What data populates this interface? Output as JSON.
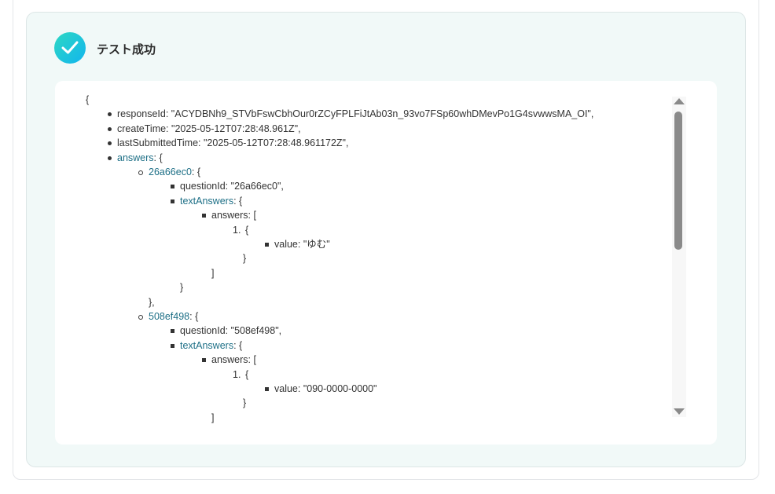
{
  "header": {
    "title": "テスト成功",
    "icon": "check-circle-icon"
  },
  "json_lines": [
    {
      "depth": 0,
      "marker": "",
      "key": "",
      "rest": "{"
    },
    {
      "depth": 1,
      "marker": "disc",
      "key": "",
      "rest": "responseId: \"ACYDBNh9_STVbFswCbhOur0rZCyFPLFiJtAb03n_93vo7FSp60whDMevPo1G4svwwsMA_OI\","
    },
    {
      "depth": 1,
      "marker": "disc",
      "key": "",
      "rest": "createTime: \"2025-05-12T07:28:48.961Z\","
    },
    {
      "depth": 1,
      "marker": "disc",
      "key": "",
      "rest": "lastSubmittedTime: \"2025-05-12T07:28:48.961172Z\","
    },
    {
      "depth": 1,
      "marker": "disc",
      "key": "answers",
      "rest": ": {"
    },
    {
      "depth": 2,
      "marker": "circle",
      "key": "26a66ec0",
      "rest": ": {"
    },
    {
      "depth": 3,
      "marker": "square",
      "key": "",
      "rest": "questionId: \"26a66ec0\","
    },
    {
      "depth": 3,
      "marker": "square",
      "key": "textAnswers",
      "rest": ": {"
    },
    {
      "depth": 4,
      "marker": "square",
      "key": "",
      "rest": "answers: ["
    },
    {
      "depth": 5,
      "marker": "1.",
      "key": "",
      "rest": "{"
    },
    {
      "depth": 6,
      "marker": "square",
      "key": "",
      "rest": "value: \"ゆむ\""
    },
    {
      "depth": 5.5,
      "marker": "",
      "key": "",
      "rest": "}"
    },
    {
      "depth": 4,
      "marker": "",
      "key": "",
      "rest": "]"
    },
    {
      "depth": 3,
      "marker": "",
      "key": "",
      "rest": "}"
    },
    {
      "depth": 2,
      "marker": "",
      "key": "",
      "rest": "},"
    },
    {
      "depth": 2,
      "marker": "circle",
      "key": "508ef498",
      "rest": ": {"
    },
    {
      "depth": 3,
      "marker": "square",
      "key": "",
      "rest": "questionId: \"508ef498\","
    },
    {
      "depth": 3,
      "marker": "square",
      "key": "textAnswers",
      "rest": ": {"
    },
    {
      "depth": 4,
      "marker": "square",
      "key": "",
      "rest": "answers: ["
    },
    {
      "depth": 5,
      "marker": "1.",
      "key": "",
      "rest": "{"
    },
    {
      "depth": 6,
      "marker": "square",
      "key": "",
      "rest": "value: \"090-0000-0000\""
    },
    {
      "depth": 5.5,
      "marker": "",
      "key": "",
      "rest": "}"
    },
    {
      "depth": 4,
      "marker": "",
      "key": "",
      "rest": "]"
    }
  ]
}
